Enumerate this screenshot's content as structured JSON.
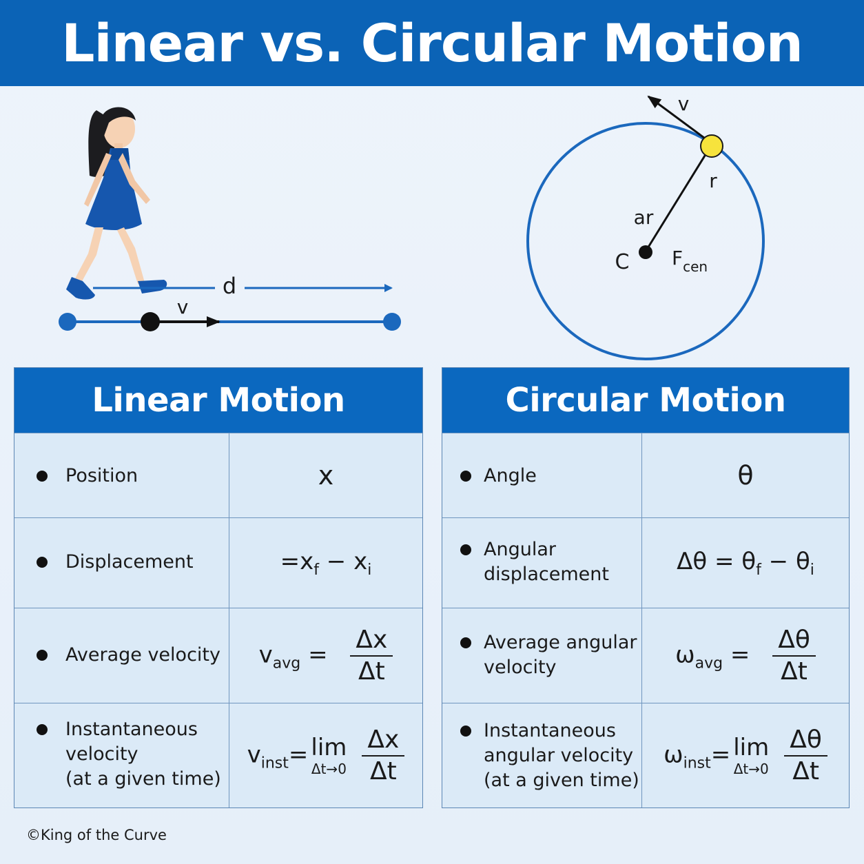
{
  "title": "Linear vs. Circular Motion",
  "linear_diagram": {
    "distance_label": "d",
    "velocity_label": "v"
  },
  "circular_diagram": {
    "velocity_label": "v",
    "radius_label": "r",
    "accel_label": "ar",
    "center_label": "C",
    "force_label": "F",
    "force_sub": "cen"
  },
  "linear": {
    "heading": "Linear Motion",
    "rows": [
      {
        "term": "Position",
        "symbol": "x"
      },
      {
        "term": "Displacement",
        "sym_lhs": "=x",
        "sym_f": "f",
        "sym_minus": " − x",
        "sym_i": "i"
      },
      {
        "term": "Average velocity",
        "lhs": "v",
        "lhs_sub": "avg",
        "eq": " = ",
        "num": "Δx",
        "den": "Δt"
      },
      {
        "term_lines": [
          "Instantaneous",
          "velocity",
          "(at a given time)"
        ],
        "lhs": "v",
        "lhs_sub": "inst",
        "eq": "=",
        "lim": "lim",
        "lim_under": "Δt→0",
        "num": "Δx",
        "den": "Δt"
      }
    ]
  },
  "circular": {
    "heading": "Circular Motion",
    "rows": [
      {
        "term": "Angle",
        "symbol": "θ"
      },
      {
        "term_lines": [
          "Angular",
          "displacement"
        ],
        "sym_lhs": "Δθ = θ",
        "sym_f": "f",
        "sym_minus": " − θ",
        "sym_i": "i"
      },
      {
        "term_lines": [
          "Average angular",
          "velocity"
        ],
        "lhs": "ω",
        "lhs_sub": "avg",
        "eq": " = ",
        "num": "Δθ",
        "den": "Δt"
      },
      {
        "term_lines": [
          "Instantaneous",
          "angular velocity",
          "(at a given time)"
        ],
        "lhs": "ω",
        "lhs_sub": "inst",
        "eq": "=",
        "lim": "lim",
        "lim_under": "Δt→0",
        "num": "Δθ",
        "den": "Δt"
      }
    ]
  },
  "footer": "©King of the Curve",
  "colors": {
    "header": "#0b63b6",
    "panel_head": "#0b68bf",
    "panel_bg": "#dbeaf7",
    "circle": "#1b68bd",
    "particle": "#f7e33c"
  }
}
